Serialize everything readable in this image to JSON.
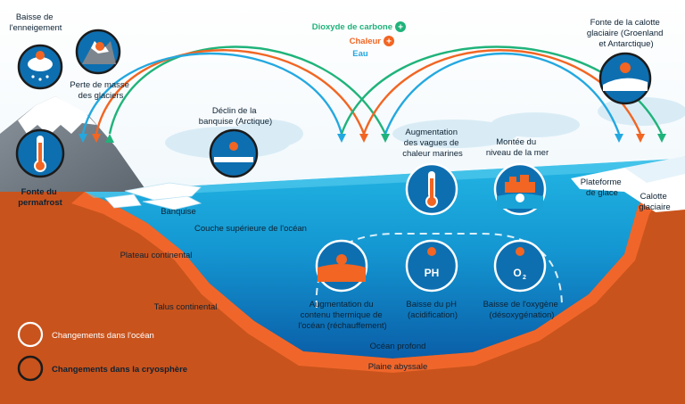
{
  "colors": {
    "co2": "#1fb37a",
    "heat": "#f26522",
    "water": "#23a8e0",
    "ocean_surface": "#1aa3d6",
    "ocean_deep": "#0b6fb8",
    "seabed": "#d2581e",
    "seabed_edge": "#f0662a",
    "cryo_ring": "#1b1b1b",
    "ocean_ring": "#ffffff"
  },
  "flows": {
    "co2": "Dioxyde de carbone",
    "heat": "Chaleur",
    "water": "Eau"
  },
  "labels": {
    "snow": [
      "Baisse de",
      "l'enneigement"
    ],
    "glacier_mass": [
      "Perte de masse",
      "des glaciers"
    ],
    "permafrost": [
      "Fonte du",
      "permafrost"
    ],
    "sea_ice_decline": [
      "Déclin de la",
      "banquise (Arctique)"
    ],
    "sea_ice": "Banquise",
    "ice_sheet_melt": [
      "Fonte de la calotte",
      "glaciaire (Groenland",
      "et Antarctique)"
    ],
    "heatwaves": [
      "Augmentation",
      "des vagues de",
      "chaleur marines"
    ],
    "sea_level": [
      "Montée du",
      "niveau de la mer"
    ],
    "ice_shelf": [
      "Plateforme",
      "de glace"
    ],
    "ice_sheet": [
      "Calotte",
      "glaciaire"
    ],
    "upper_ocean": "Couche supérieure de l'océan",
    "continental_shelf": "Plateau continental",
    "continental_slope": "Talus continental",
    "heat_content": [
      "Augmentation du",
      "contenu thermique de",
      "l'océan (réchauffement)"
    ],
    "ph": [
      "Baisse du pH",
      "(acidification)"
    ],
    "ph_symbol": "PH",
    "oxygen": [
      "Baisse de l'oxygène",
      "(désoxygénation)"
    ],
    "o2_symbol": "O",
    "o2_sub": "2",
    "deep_ocean": "Océan profond",
    "abyssal_plain": "Plaine abyssale"
  },
  "legend": {
    "ocean": "Changements dans l'océan",
    "cryosphere": "Changements dans la cryosphère"
  }
}
